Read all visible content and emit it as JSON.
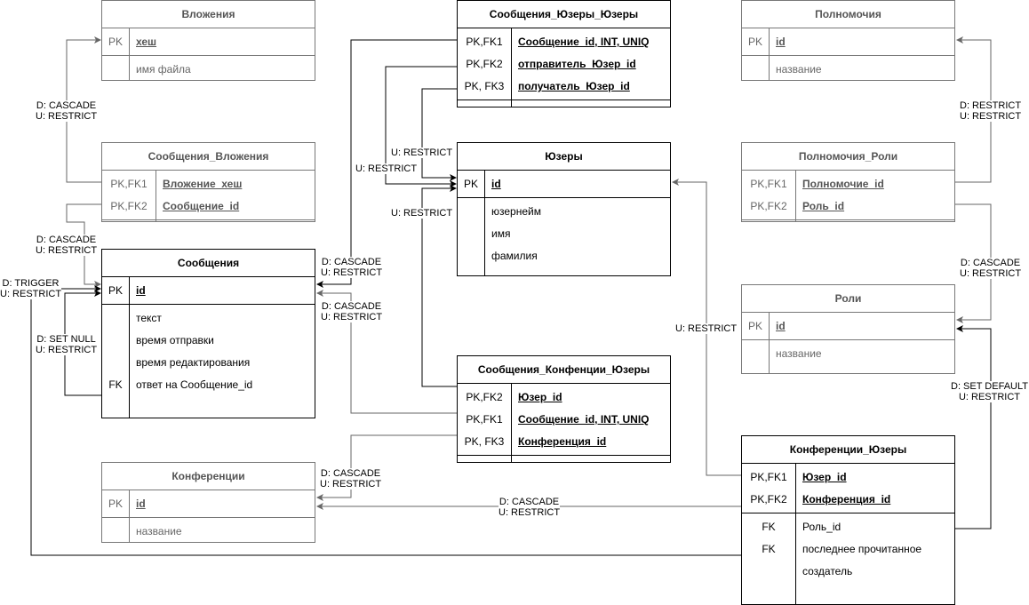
{
  "entities": {
    "vlozheniya": {
      "title": "Вложения",
      "rows": [
        {
          "k": "PK",
          "n": "хеш",
          "key": true
        },
        {
          "k": "",
          "n": "имя файла",
          "key": false
        }
      ]
    },
    "soob_yuz_yuz": {
      "title": "Сообщения_Юзеры_Юзеры",
      "rows": [
        {
          "k": "PK,FK1",
          "n": "Сообщение_id, INT, UNIQ",
          "key": true
        },
        {
          "k": "PK,FK2",
          "n": "отправитель_Юзер_id",
          "key": true
        },
        {
          "k": "PK, FK3",
          "n": "получатель_Юзер_id",
          "key": true
        }
      ]
    },
    "polnomochiya": {
      "title": "Полномочия",
      "rows": [
        {
          "k": "PK",
          "n": "id",
          "key": true
        },
        {
          "k": "",
          "n": "название",
          "key": false
        }
      ]
    },
    "soob_vlozh": {
      "title": "Сообщения_Вложения",
      "rows": [
        {
          "k": "PK,FK1",
          "n": "Вложение_хеш",
          "key": true
        },
        {
          "k": "PK,FK2",
          "n": "Сообщение_id",
          "key": true
        }
      ]
    },
    "yuzery": {
      "title": "Юзеры",
      "rows": [
        {
          "k": "PK",
          "n": "id",
          "key": true
        },
        {
          "k": "",
          "n": "юзернейм",
          "key": false
        },
        {
          "k": "",
          "n": "имя",
          "key": false
        },
        {
          "k": "",
          "n": "фамилия",
          "key": false
        }
      ]
    },
    "poln_roli": {
      "title": "Полномочия_Роли",
      "rows": [
        {
          "k": "PK,FK1",
          "n": "Полномочие_id",
          "key": true
        },
        {
          "k": "PK,FK2",
          "n": "Роль_id",
          "key": true
        }
      ]
    },
    "soobscheniya": {
      "title": "Сообщения",
      "rows": [
        {
          "k": "PK",
          "n": "id",
          "key": true
        },
        {
          "k": "",
          "n": "текст",
          "key": false
        },
        {
          "k": "",
          "n": "время отправки",
          "key": false
        },
        {
          "k": "",
          "n": "время редактирования",
          "key": false
        },
        {
          "k": "FK",
          "n": "ответ на Сообщение_id",
          "key": false
        }
      ]
    },
    "roli": {
      "title": "Роли",
      "rows": [
        {
          "k": "PK",
          "n": "id",
          "key": true
        },
        {
          "k": "",
          "n": "название",
          "key": false
        }
      ]
    },
    "soob_konf_yuz": {
      "title": "Сообщения_Конфенции_Юзеры",
      "rows": [
        {
          "k": "PK,FK2",
          "n": "Юзер_id",
          "key": true
        },
        {
          "k": "PK,FK1",
          "n": "Сообщение_id, INT, UNIQ",
          "key": true
        },
        {
          "k": "PK, FK3",
          "n": "Конференция_id",
          "key": true
        }
      ]
    },
    "konferencii": {
      "title": "Конференции",
      "rows": [
        {
          "k": "PK",
          "n": "id",
          "key": true
        },
        {
          "k": "",
          "n": "название",
          "key": false
        }
      ]
    },
    "konf_yuz": {
      "title": "Конференции_Юзеры",
      "rows": [
        {
          "k": "PK,FK1",
          "n": "Юзер_id",
          "key": true
        },
        {
          "k": "PK,FK2",
          "n": "Конференция_id",
          "key": true
        },
        {
          "k": "FK",
          "n": "Роль_id",
          "key": false
        },
        {
          "k": "FK",
          "n": "последнее прочитанное",
          "key": false
        },
        {
          "k": "",
          "n": "создатель",
          "key": false
        }
      ]
    }
  },
  "labels": {
    "l1": "D: CASCADE\nU: RESTRICT",
    "l2": "D: CASCADE\nU: RESTRICT",
    "l3": "D: TRIGGER\nU: RESTRICT",
    "l4": "D: SET NULL\nU: RESTRICT",
    "l5": "U: RESTRICT",
    "l6": "U: RESTRICT",
    "l7": "U: RESTRICT",
    "l8": "D: CASCADE\nU: RESTRICT",
    "l9": "D: CASCADE\nU: RESTRICT",
    "l10": "D: CASCADE\nU: RESTRICT",
    "l11": "D: CASCADE\nU: RESTRICT",
    "l12": "U: RESTRICT",
    "l13": "D: RESTRICT\nU: RESTRICT",
    "l14": "D: CASCADE\nU: RESTRICT",
    "l15": "D: SET DEFAULT\nU: RESTRICT"
  }
}
